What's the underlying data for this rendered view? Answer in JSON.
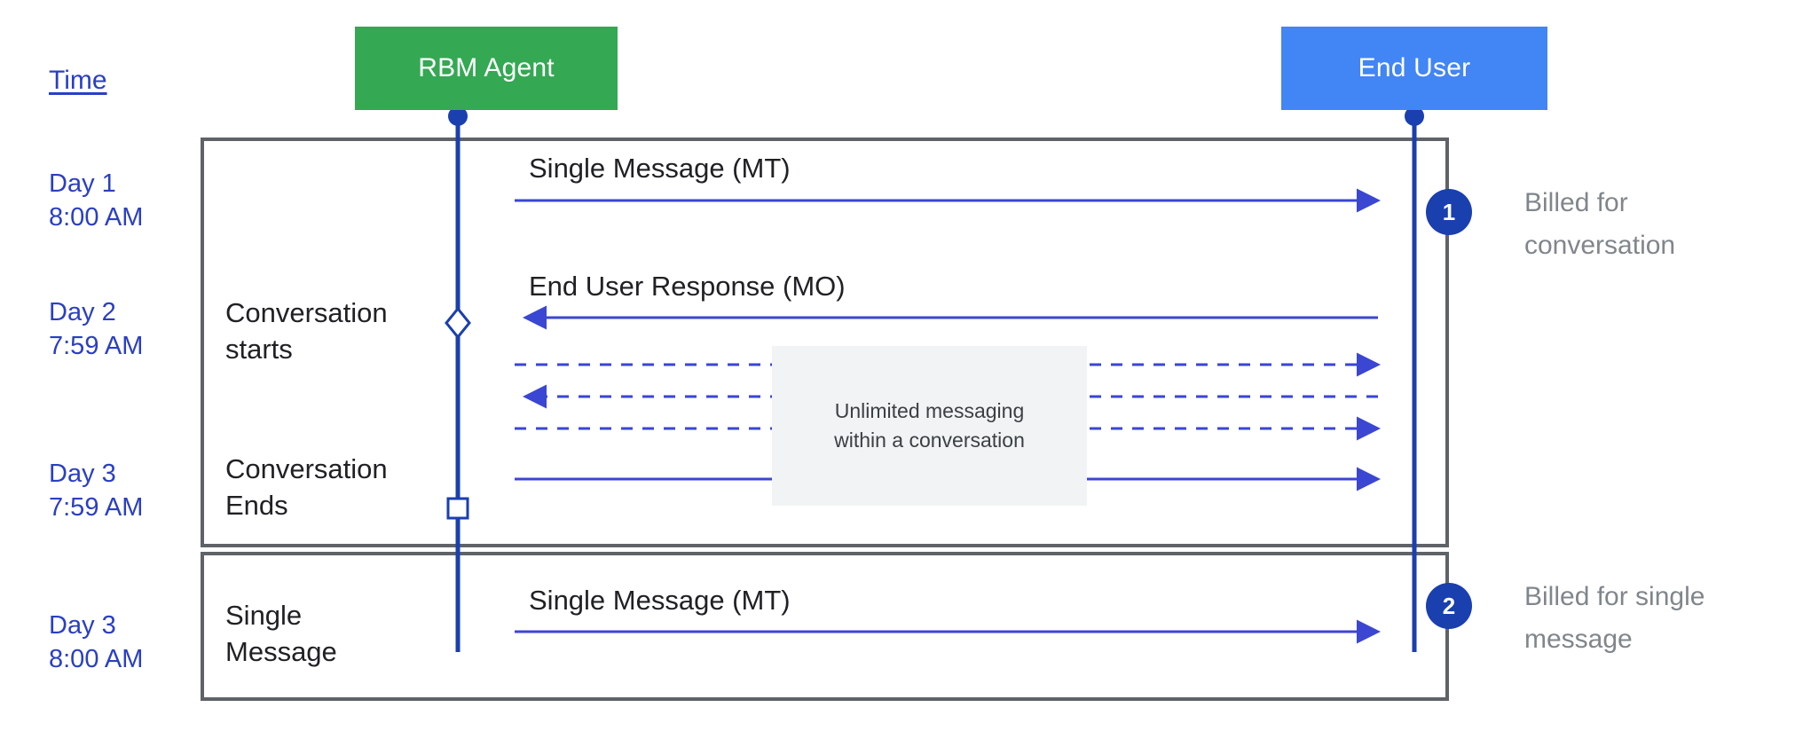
{
  "diagram": {
    "title_column": "Time",
    "actors": [
      {
        "id": "rbm-agent",
        "label": "RBM Agent",
        "color": "#34A853"
      },
      {
        "id": "end-user",
        "label": "End User",
        "color": "#4285F4"
      }
    ],
    "time_labels": [
      "Day 1\n8:00 AM",
      "Day 2\n7:59 AM",
      "Day 3\n7:59 AM",
      "Day 3\n8:00 AM"
    ],
    "stages": [
      "Conversation\nstarts",
      "Conversation\nEnds",
      "Single\nMessage"
    ],
    "messages": [
      {
        "label": "Single Message (MT)",
        "direction": "right",
        "style": "solid"
      },
      {
        "label": "End User Response (MO)",
        "direction": "left",
        "style": "solid"
      },
      {
        "label": "",
        "direction": "right",
        "style": "dashed"
      },
      {
        "label": "",
        "direction": "left",
        "style": "dashed"
      },
      {
        "label": "",
        "direction": "right",
        "style": "dashed"
      },
      {
        "label": "",
        "direction": "right",
        "style": "solid"
      },
      {
        "label": "Single Message (MT)",
        "direction": "right",
        "style": "solid"
      }
    ],
    "note": "Unlimited messaging\nwithin a conversation",
    "annotations": [
      {
        "number": "1",
        "text": "Billed for\nconversation"
      },
      {
        "number": "2",
        "text": "Billed for single\nmessage"
      }
    ],
    "colors": {
      "agent_green": "#34A853",
      "user_blue": "#4285F4",
      "arrow_blue": "#3B46D2",
      "lifeline_blue": "#1A3FAF",
      "badge_blue": "#1A3FAF",
      "time_text": "#2A3FC4",
      "note_bg": "#F1F3F4",
      "frame_gray": "#5F6368",
      "annotation_gray": "#80868B"
    }
  }
}
